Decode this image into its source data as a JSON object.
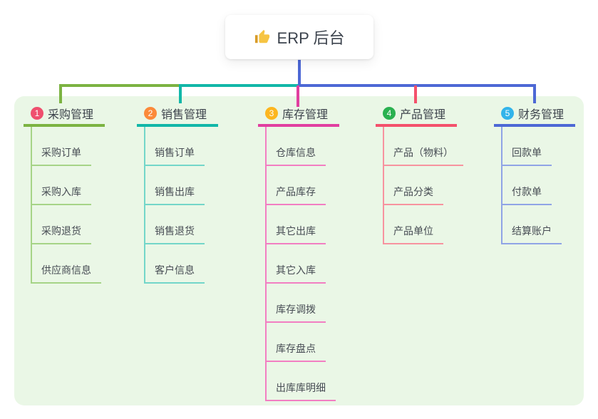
{
  "root": {
    "title": "ERP 后台",
    "icon": "thumbs-up-icon",
    "connector_color": "#4d68d5"
  },
  "branches": [
    {
      "index": "1",
      "label": "采购管理",
      "color": "#7cb342",
      "light_color": "#a6d487",
      "badge_color": "#ef4f6e",
      "children": [
        "采购订单",
        "采购入库",
        "采购退货",
        "供应商信息"
      ]
    },
    {
      "index": "2",
      "label": "销售管理",
      "color": "#12b7a8",
      "light_color": "#73d6c9",
      "badge_color": "#fb8a3a",
      "children": [
        "销售订单",
        "销售出库",
        "销售退货",
        "客户信息"
      ]
    },
    {
      "index": "3",
      "label": "库存管理",
      "color": "#e13fa0",
      "light_color": "#f27ec2",
      "badge_color": "#fcb61f",
      "children": [
        "仓库信息",
        "产品库存",
        "其它出库",
        "其它入库",
        "库存调拨",
        "库存盘点",
        "出库库明细"
      ]
    },
    {
      "index": "4",
      "label": "产品管理",
      "color": "#f4516c",
      "light_color": "#f7939f",
      "badge_color": "#2ab150",
      "children": [
        "产品（物料）",
        "产品分类",
        "产品单位"
      ]
    },
    {
      "index": "5",
      "label": "财务管理",
      "color": "#4d68d5",
      "light_color": "#90a4e6",
      "badge_color": "#32b4ea",
      "children": [
        "回款单",
        "付款单",
        "结算账户"
      ]
    }
  ]
}
